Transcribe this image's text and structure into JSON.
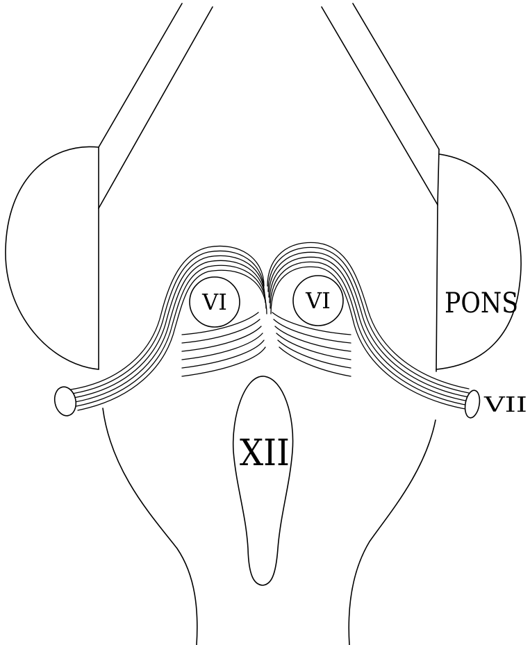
{
  "labels": {
    "nucleus_vi_left": "VI",
    "nucleus_vi_right": "VI",
    "pons": "PONS",
    "nerve_vii": "VII",
    "nucleus_xii": "XII"
  },
  "colors": {
    "ink": "#000000",
    "background": "#ffffff"
  }
}
